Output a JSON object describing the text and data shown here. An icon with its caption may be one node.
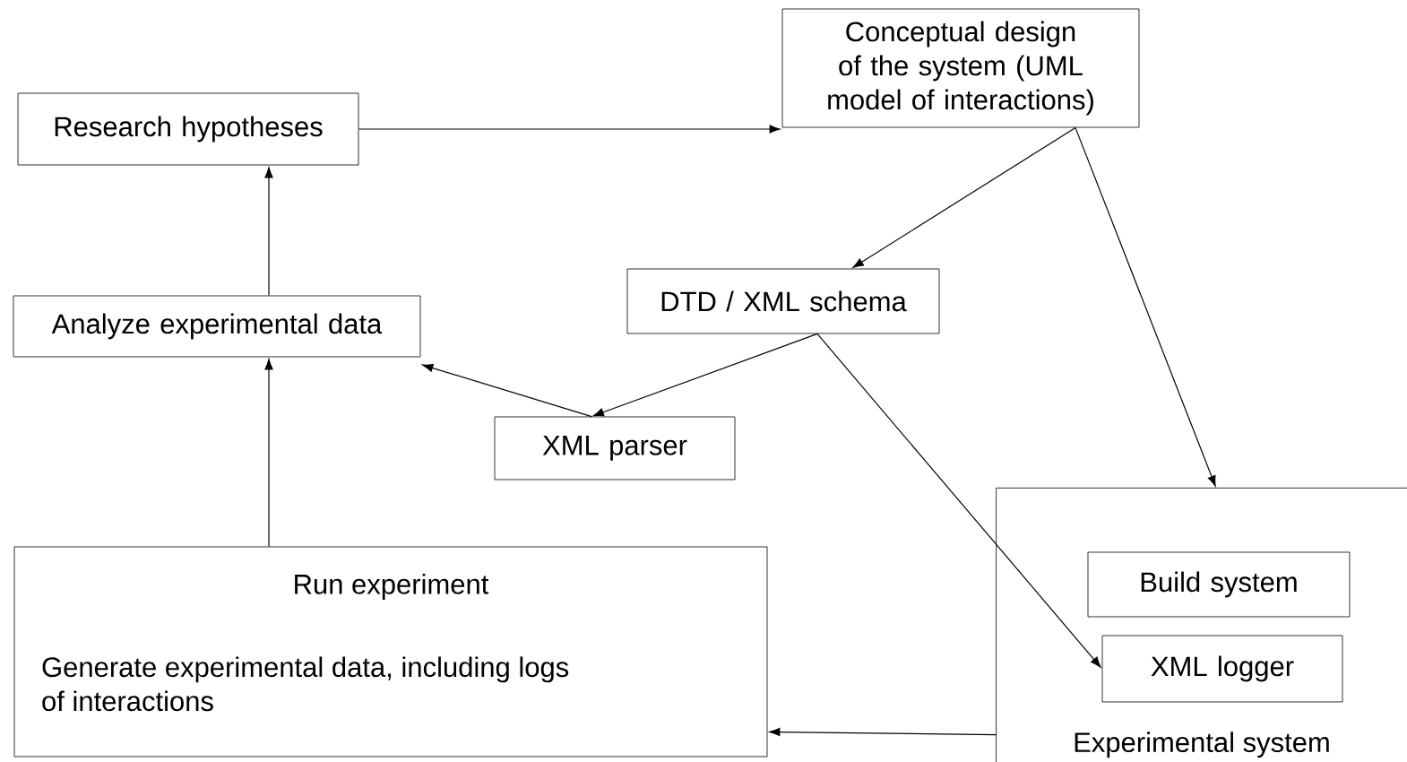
{
  "diagram": {
    "nodes": [
      {
        "text": [
          "Research hypotheses"
        ]
      },
      {
        "text": [
          "Conceptual design of the system (UML model of interactions)"
        ]
      },
      {
        "text": [
          "Analyze experimental data"
        ]
      },
      {
        "text": [
          "DTD / XML schema"
        ]
      },
      {
        "text": [
          "XML parser"
        ]
      },
      {
        "text": [
          "Experimental system"
        ]
      },
      {
        "text": [
          "Build system"
        ],
        "in": 5
      },
      {
        "text": [
          "XML logger"
        ],
        "in": 5
      },
      {
        "text": [
          "Run experiment",
          "Generate experimental data, including logs of interactions"
        ]
      }
    ],
    "edges": [
      {
        "from": 0,
        "to": 1,
        "arrow": "to"
      },
      {
        "from": 2,
        "to": 0,
        "arrow": "to"
      },
      {
        "from": 8,
        "to": 2,
        "arrow": "to"
      },
      {
        "from": 1,
        "to": 3,
        "arrow": "to"
      },
      {
        "from": 1,
        "to": 5,
        "arrow": "to"
      },
      {
        "from": 3,
        "to": 4,
        "arrow": "to"
      },
      {
        "from": 3,
        "to": 7,
        "arrow": "to"
      },
      {
        "from": 4,
        "to": 2,
        "arrow": "to"
      },
      {
        "from": 5,
        "to": 8,
        "arrow": "to"
      }
    ]
  }
}
